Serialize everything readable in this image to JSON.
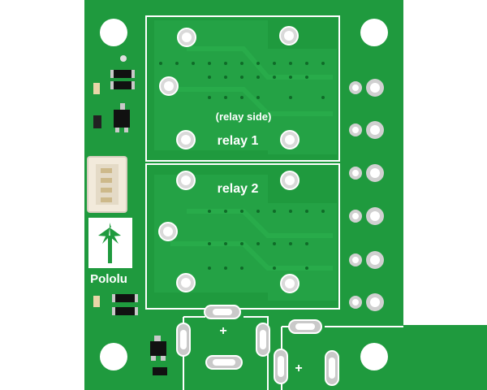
{
  "board": {
    "brand_text": "Pololu",
    "relay_side_label": "(relay side)",
    "relay1_label": "relay 1",
    "relay2_label": "relay 2",
    "plus_label_left": "+",
    "plus_label_right": "+"
  },
  "colors": {
    "pcb_green": "#1f9a3e",
    "pcb_trace": "#26a847",
    "silkscreen": "#ffffff",
    "hole": "#ffffff",
    "pad_silver": "#c9c9c9"
  }
}
